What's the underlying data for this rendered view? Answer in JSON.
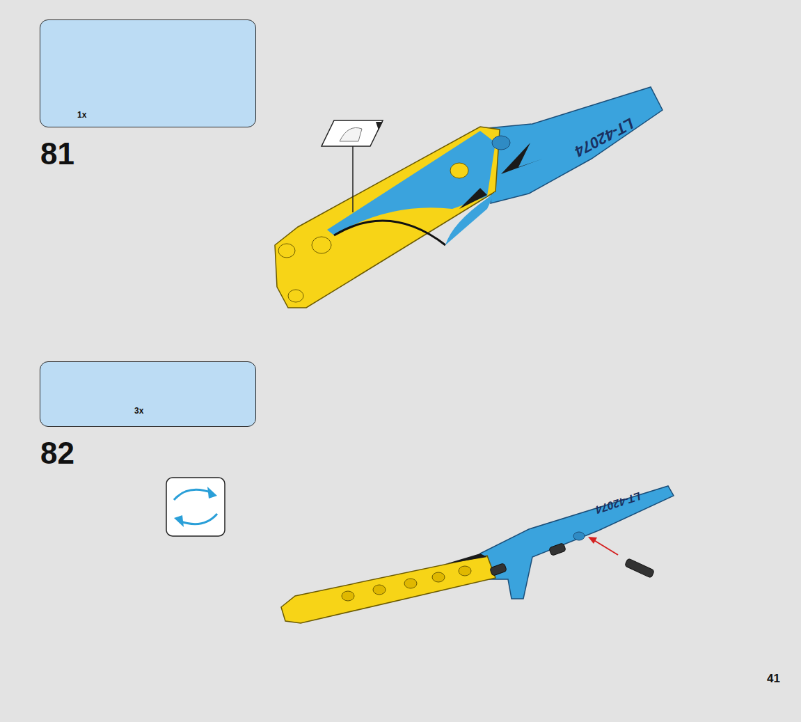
{
  "diagram": {
    "nodes": [
      {
        "text": [
          "1x"
        ]
      },
      {
        "text": [
          "3x"
        ]
      }
    ],
    "labels": [
      "81",
      "LT-42074",
      "82",
      "LT-42074",
      "41"
    ]
  }
}
